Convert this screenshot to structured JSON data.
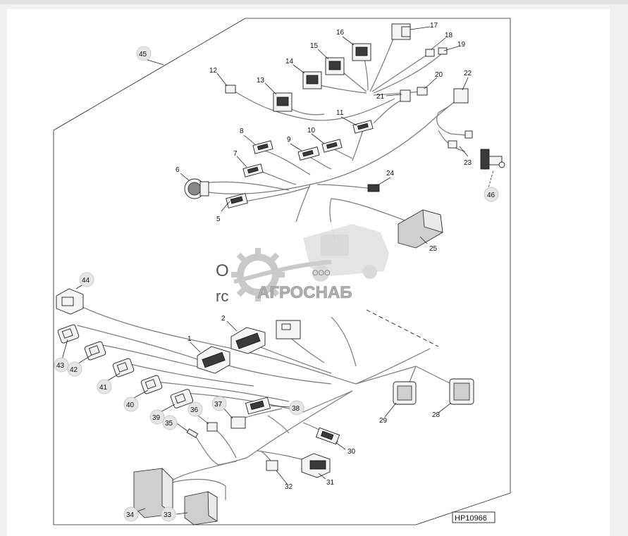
{
  "diagram": {
    "figure_code": "HP10966",
    "callouts": {
      "c1": "1",
      "c2": "2",
      "c5": "5",
      "c6": "6",
      "c7": "7",
      "c8": "8",
      "c9": "9",
      "c10": "10",
      "c11": "11",
      "c12": "12",
      "c13": "13",
      "c14": "14",
      "c15": "15",
      "c16": "16",
      "c17": "17",
      "c18": "18",
      "c19": "19",
      "c20": "20",
      "c21": "21",
      "c22": "22",
      "c23": "23",
      "c24": "24",
      "c25": "25",
      "c28": "28",
      "c29": "29",
      "c30": "30",
      "c31": "31",
      "c32": "32",
      "c33": "33",
      "c34": "34",
      "c35": "35",
      "c36": "36",
      "c37": "37",
      "c38": "38",
      "c39": "39",
      "c40": "40",
      "c41": "41",
      "c42": "42",
      "c43": "43",
      "c44": "44",
      "c45": "45",
      "c46": "46"
    },
    "partial_text_1": "O",
    "partial_text_2": "rc"
  },
  "watermark": {
    "line1": "ООО",
    "line2": "АГРОСНАБ"
  },
  "colors": {
    "background": "#f1f1f2",
    "panel": "#ffffff",
    "line": "#222222",
    "wire": "#7a7a7a",
    "callout_circle": "#e6e6e6"
  }
}
